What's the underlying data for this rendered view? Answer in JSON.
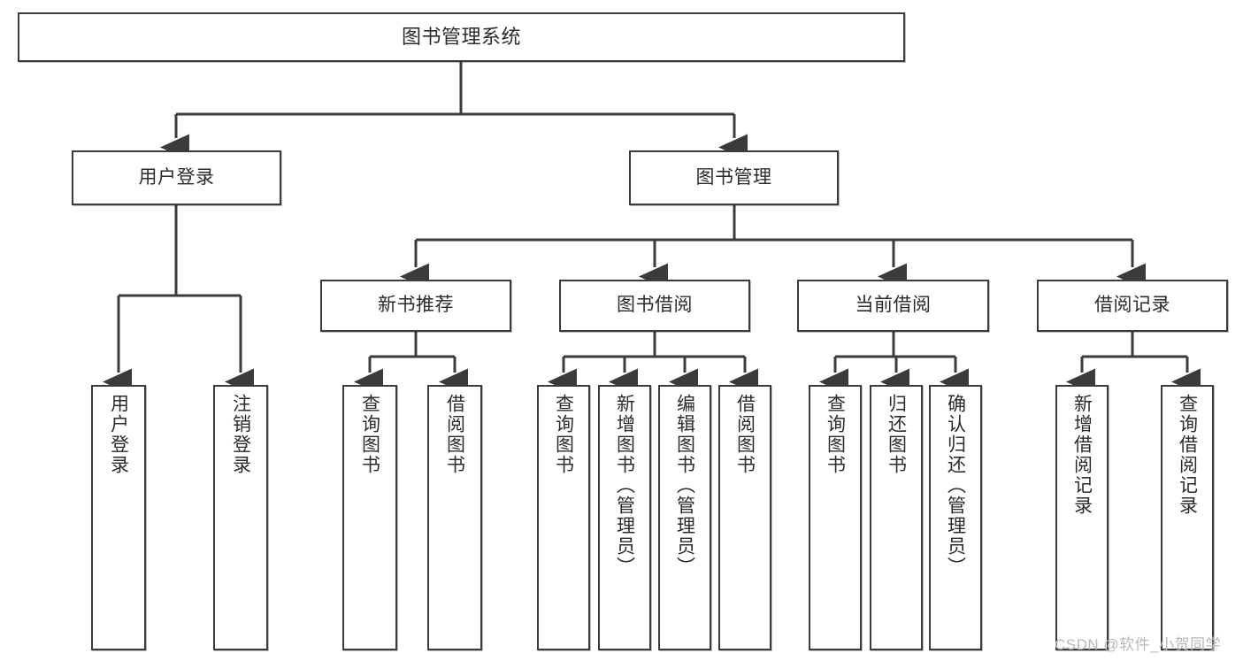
{
  "diagram": {
    "title": "图书管理系统",
    "type": "tree-hierarchy-chart",
    "colors": {
      "box_border": "#3b3b3b",
      "box_fill": "#ffffff",
      "edge": "#3b3b3b",
      "text": "#2b2b2b",
      "watermark": "#b9b9b9"
    },
    "nodes": {
      "root": {
        "label": "图书管理系统"
      },
      "level2": [
        {
          "label": "用户登录"
        },
        {
          "label": "图书管理"
        }
      ],
      "level3": [
        {
          "label": "新书推荐"
        },
        {
          "label": "图书借阅"
        },
        {
          "label": "当前借阅"
        },
        {
          "label": "借阅记录"
        }
      ],
      "leaves": {
        "user_login": [
          {
            "label": "用户登录"
          },
          {
            "label": "注销登录"
          }
        ],
        "new_book_recommend": [
          {
            "label": "查询图书"
          },
          {
            "label": "借阅图书"
          }
        ],
        "book_borrow": [
          {
            "label": "查询图书"
          },
          {
            "label": "新增图书（管理员）"
          },
          {
            "label": "编辑图书（管理员）"
          },
          {
            "label": "借阅图书"
          }
        ],
        "current_borrow": [
          {
            "label": "查询图书"
          },
          {
            "label": "归还图书"
          },
          {
            "label": "确认归还（管理员）"
          }
        ],
        "borrow_record": [
          {
            "label": "新增借阅记录"
          },
          {
            "label": "查询借阅记录"
          }
        ]
      }
    },
    "watermark": "CSDN @软件_小贺同学"
  }
}
